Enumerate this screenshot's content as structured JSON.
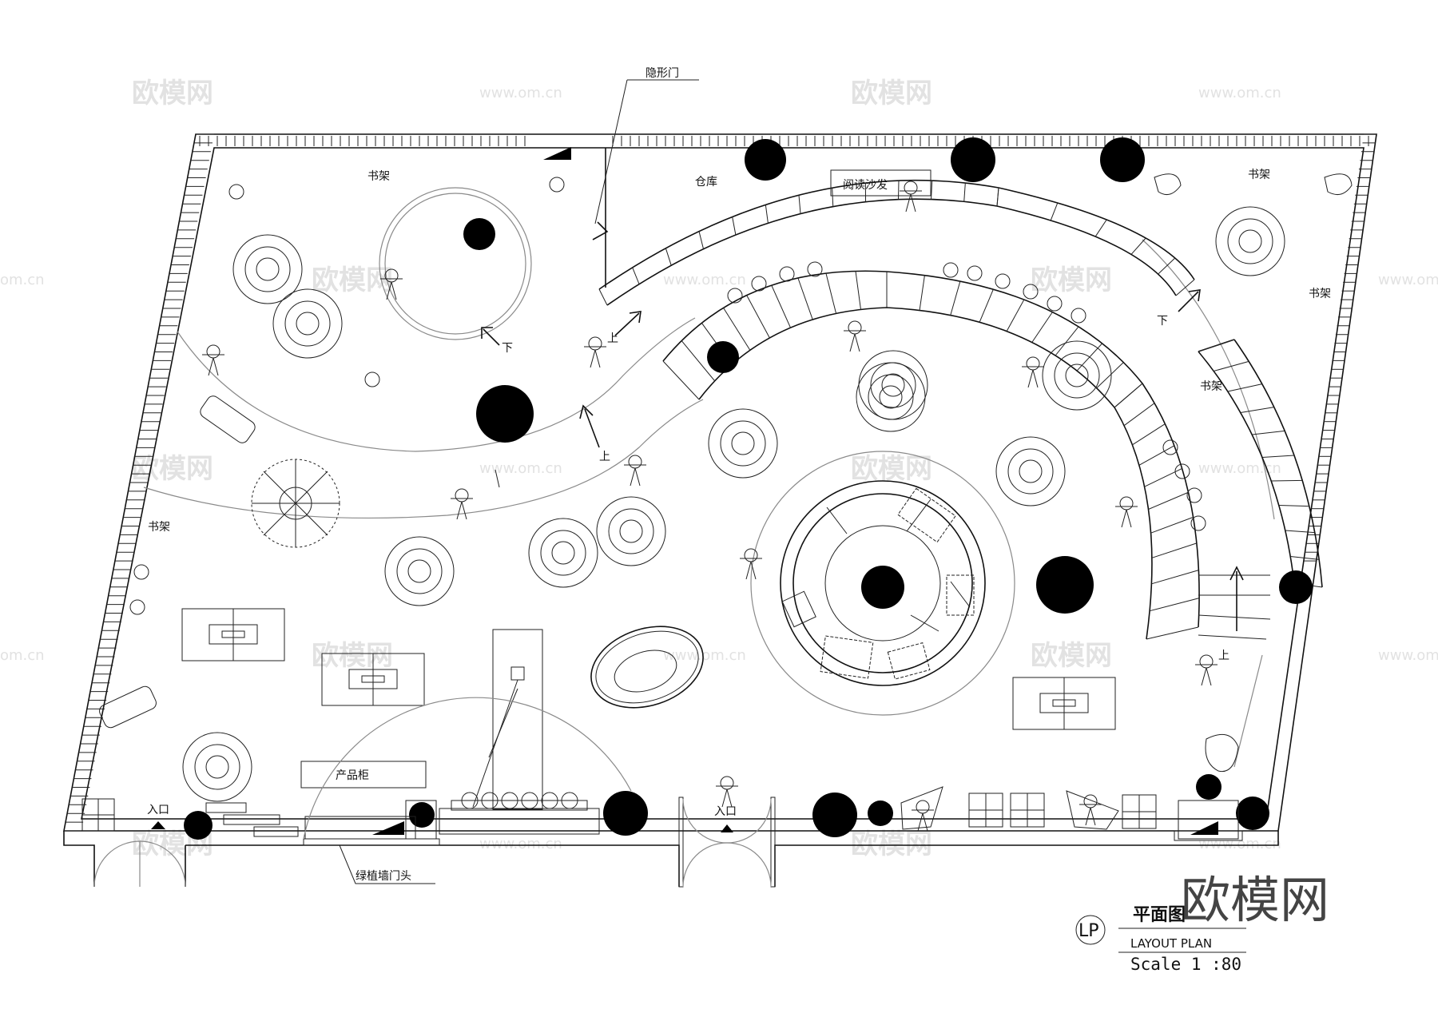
{
  "labels": {
    "hidden_door": "隐形门",
    "storage": "仓库",
    "reading_sofa": "阅读沙发",
    "bookshelf": "书架",
    "down": "下",
    "up": "上",
    "entrance": "入口",
    "product_cabinet": "产品柜",
    "green_wall_door_header": "绿植墙门头"
  },
  "title_block": {
    "badge": "LP",
    "title_cn": "平面图",
    "title_en": "LAYOUT PLAN",
    "scale": "Scale 1 :80"
  },
  "watermark": {
    "brand": "欧模网",
    "url": "www.om.cn",
    "url_short": "om.cn"
  }
}
